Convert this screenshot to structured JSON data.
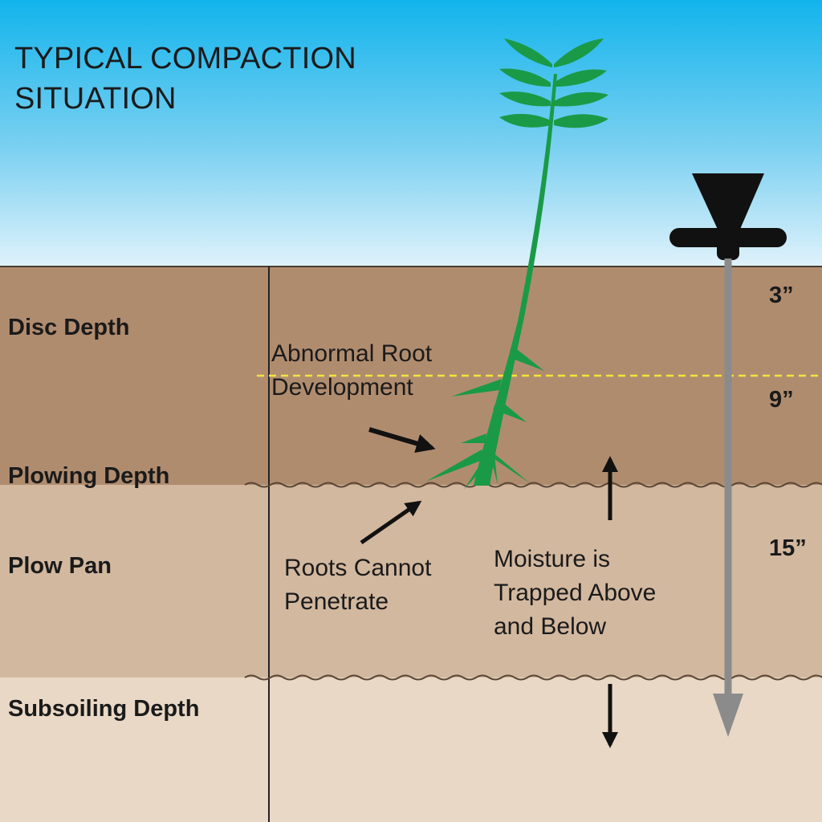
{
  "title": {
    "line1": "TYPICAL COMPACTION",
    "line2": "SITUATION"
  },
  "layers": {
    "disc": "Disc Depth",
    "plowing": "Plowing Depth",
    "plow_pan": "Plow Pan",
    "subsoiling": "Subsoiling Depth"
  },
  "depths": {
    "d3": "3”",
    "d9": "9”",
    "d15": "15”"
  },
  "annotations": {
    "abnormal_root": {
      "line1": "Abnormal Root",
      "line2": "Development"
    },
    "roots_cannot": {
      "line1": "Roots Cannot",
      "line2": "Penetrate"
    },
    "moisture": {
      "line1": "Moisture is",
      "line2": "Trapped Above",
      "line3": "and Below"
    }
  },
  "colors": {
    "sky_top": "#12b4ec",
    "disc_soil": "#b08c6f",
    "plow_pan_soil": "#d2b89f",
    "subsoil": "#e9d8c6",
    "plant_green": "#1a9a46",
    "dashed_line": "#f2e43c",
    "probe_gray": "#8b8b8b"
  },
  "icons": {
    "plant": "corn-seedling-icon",
    "probe": "soil-penetrometer-icon"
  }
}
